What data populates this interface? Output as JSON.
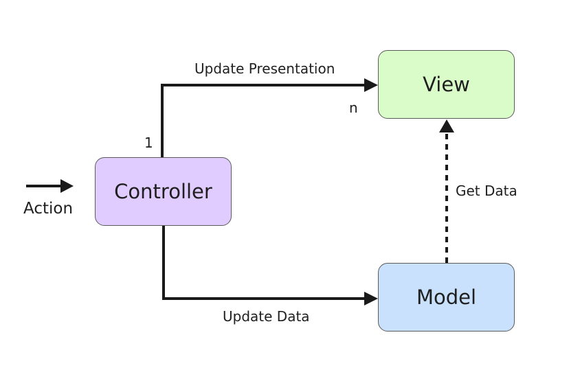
{
  "nodes": {
    "controller": {
      "label": "Controller",
      "fill": "#e0ccff"
    },
    "view": {
      "label": "View",
      "fill": "#d9fcc9"
    },
    "model": {
      "label": "Model",
      "fill": "#c9e1fc"
    }
  },
  "edges": {
    "update_presentation": {
      "label": "Update Presentation",
      "source_mult": "1",
      "target_mult": "n"
    },
    "update_data": {
      "label": "Update Data"
    },
    "get_data": {
      "label": "Get Data",
      "style": "dashed"
    },
    "action": {
      "label": "Action"
    }
  },
  "colors": {
    "stroke": "#1a1a1a",
    "border": "#5a5a5a"
  }
}
